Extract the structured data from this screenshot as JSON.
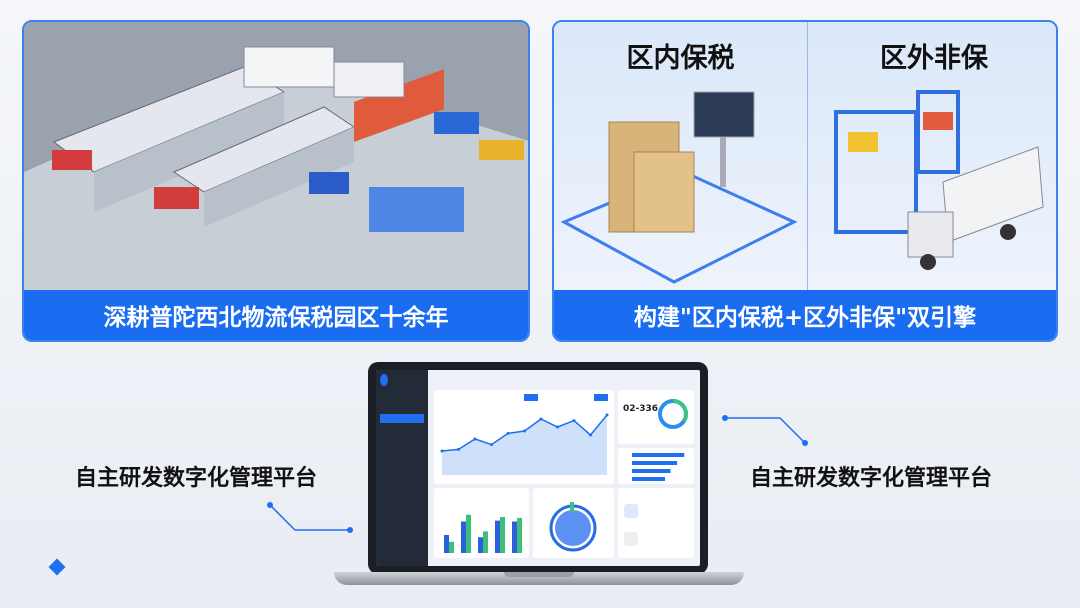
{
  "left_card": {
    "caption": "深耕普陀西北物流保税园区十余年"
  },
  "right_card": {
    "panel_left_title": "区内保税",
    "panel_right_title": "区外非保",
    "caption": "构建\"区内保税+区外非保\"双引擎"
  },
  "platform": {
    "label_left": "自主研发数字化管理平台",
    "label_right": "自主研发数字化管理平台"
  },
  "dashboard": {
    "metric_value": "02-336",
    "accent": "#1f6fef",
    "line_values": [
      30,
      32,
      45,
      38,
      52,
      55,
      70,
      60,
      68,
      50,
      75
    ],
    "bar_values": [
      [
        40,
        25
      ],
      [
        70,
        85
      ],
      [
        35,
        48
      ],
      [
        72,
        80
      ],
      [
        70,
        78
      ]
    ],
    "hbar_values": [
      0.95,
      0.82,
      0.7,
      0.6
    ]
  }
}
